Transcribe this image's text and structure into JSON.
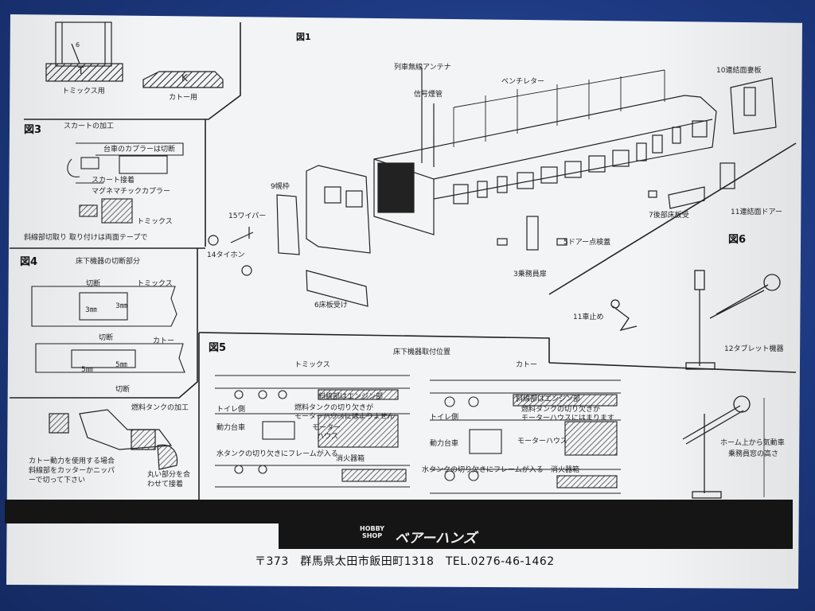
{
  "labels": {
    "tomix_used": "トミックス用",
    "kato_used": "カトー用",
    "T": "T",
    "K": "K",
    "num6": "6",
    "fig1": "図1",
    "fig3": "図3",
    "fig3_title": "スカートの加工",
    "coupler_cut": "台車のカプラーは切断",
    "skirt_glue": "スカート接着",
    "magnematic": "マグネマチックカプラー",
    "tomix": "トミックス",
    "slant_cut": "斜線部切取り 取り付けは両面テープで",
    "fig4": "図4",
    "fig4_title": "床下機器の切断部分",
    "cut_a": "切断",
    "tomix_b": "トミックス",
    "mm3_a": "3㎜",
    "mm3_b": "3㎜",
    "cut_b": "切断",
    "kato_a": "カトー",
    "mm5_a": "5㎜",
    "mm5_b": "5㎜",
    "cut_c": "切断",
    "fuel_tank": "燃料タンクの加工",
    "kato_power": "カトー動力を使用する場合",
    "kato_power2": "斜線部をカッターかニッパ",
    "kato_power3": "ーで切って下さい",
    "round_part": "丸い部分を合",
    "round_part2": "わせて接着",
    "antenna": "列車無線アンテナ",
    "signal_horn": "信号煙管",
    "ventilator": "ベンチレター",
    "rear_panel": "10連結面妻板",
    "frame9": "9幌枠",
    "wiper": "15ワイパー",
    "horn": "14タイホン",
    "floor6": "6床板受け",
    "floor7": "7後部床板受",
    "door5": "5ドアー点検蓋",
    "crew_door": "3乗務員扉",
    "door11": "11連結面ドアー",
    "fig6": "図6",
    "car_stop": "11車止め",
    "tablet": "12タブレット機器",
    "fig5": "図5",
    "fig5_title": "床下機器取付位置",
    "tomix_c": "トミックス",
    "kato_c": "カトー",
    "engine_part": "斜線部はエンジン部",
    "toilet_a": "トイレ側",
    "toilet_b": "トイレ側",
    "fuel_note": "燃料タンクの切り欠きが",
    "fuel_note2": "モーターハウスにはまりません",
    "motor_house_a": "モーター",
    "motor_house_a2": "ハウス",
    "power_bogie_a": "動力台車",
    "power_bogie_b": "動力台車",
    "water_tank_a": "水タンクの切り欠きにフレームが入る",
    "extinguisher_a": "消火器箱",
    "engine_part_b": "斜線部はエンジン部",
    "fuel_note_b": "燃料タンクの切り欠きが",
    "fuel_note_b2": "モーターハウスにはまります",
    "motor_house_b": "モーターハウス",
    "water_tank_b": "水タンクの切り欠きにフレームが入る",
    "extinguisher_b": "消火器箱",
    "platform": "ホーム上から気動車",
    "platform2": "乗務員窓の高さ"
  },
  "footer": {
    "hobby": "HOBBY",
    "shop": "SHOP",
    "shop_name": "ベアーハンズ",
    "address": "〒373　群馬県太田市飯田町1318　TEL.0276-46-1462"
  },
  "colors": {
    "paper": "#f3f4f6",
    "ink": "#111111",
    "background": "#1f3d8a"
  }
}
